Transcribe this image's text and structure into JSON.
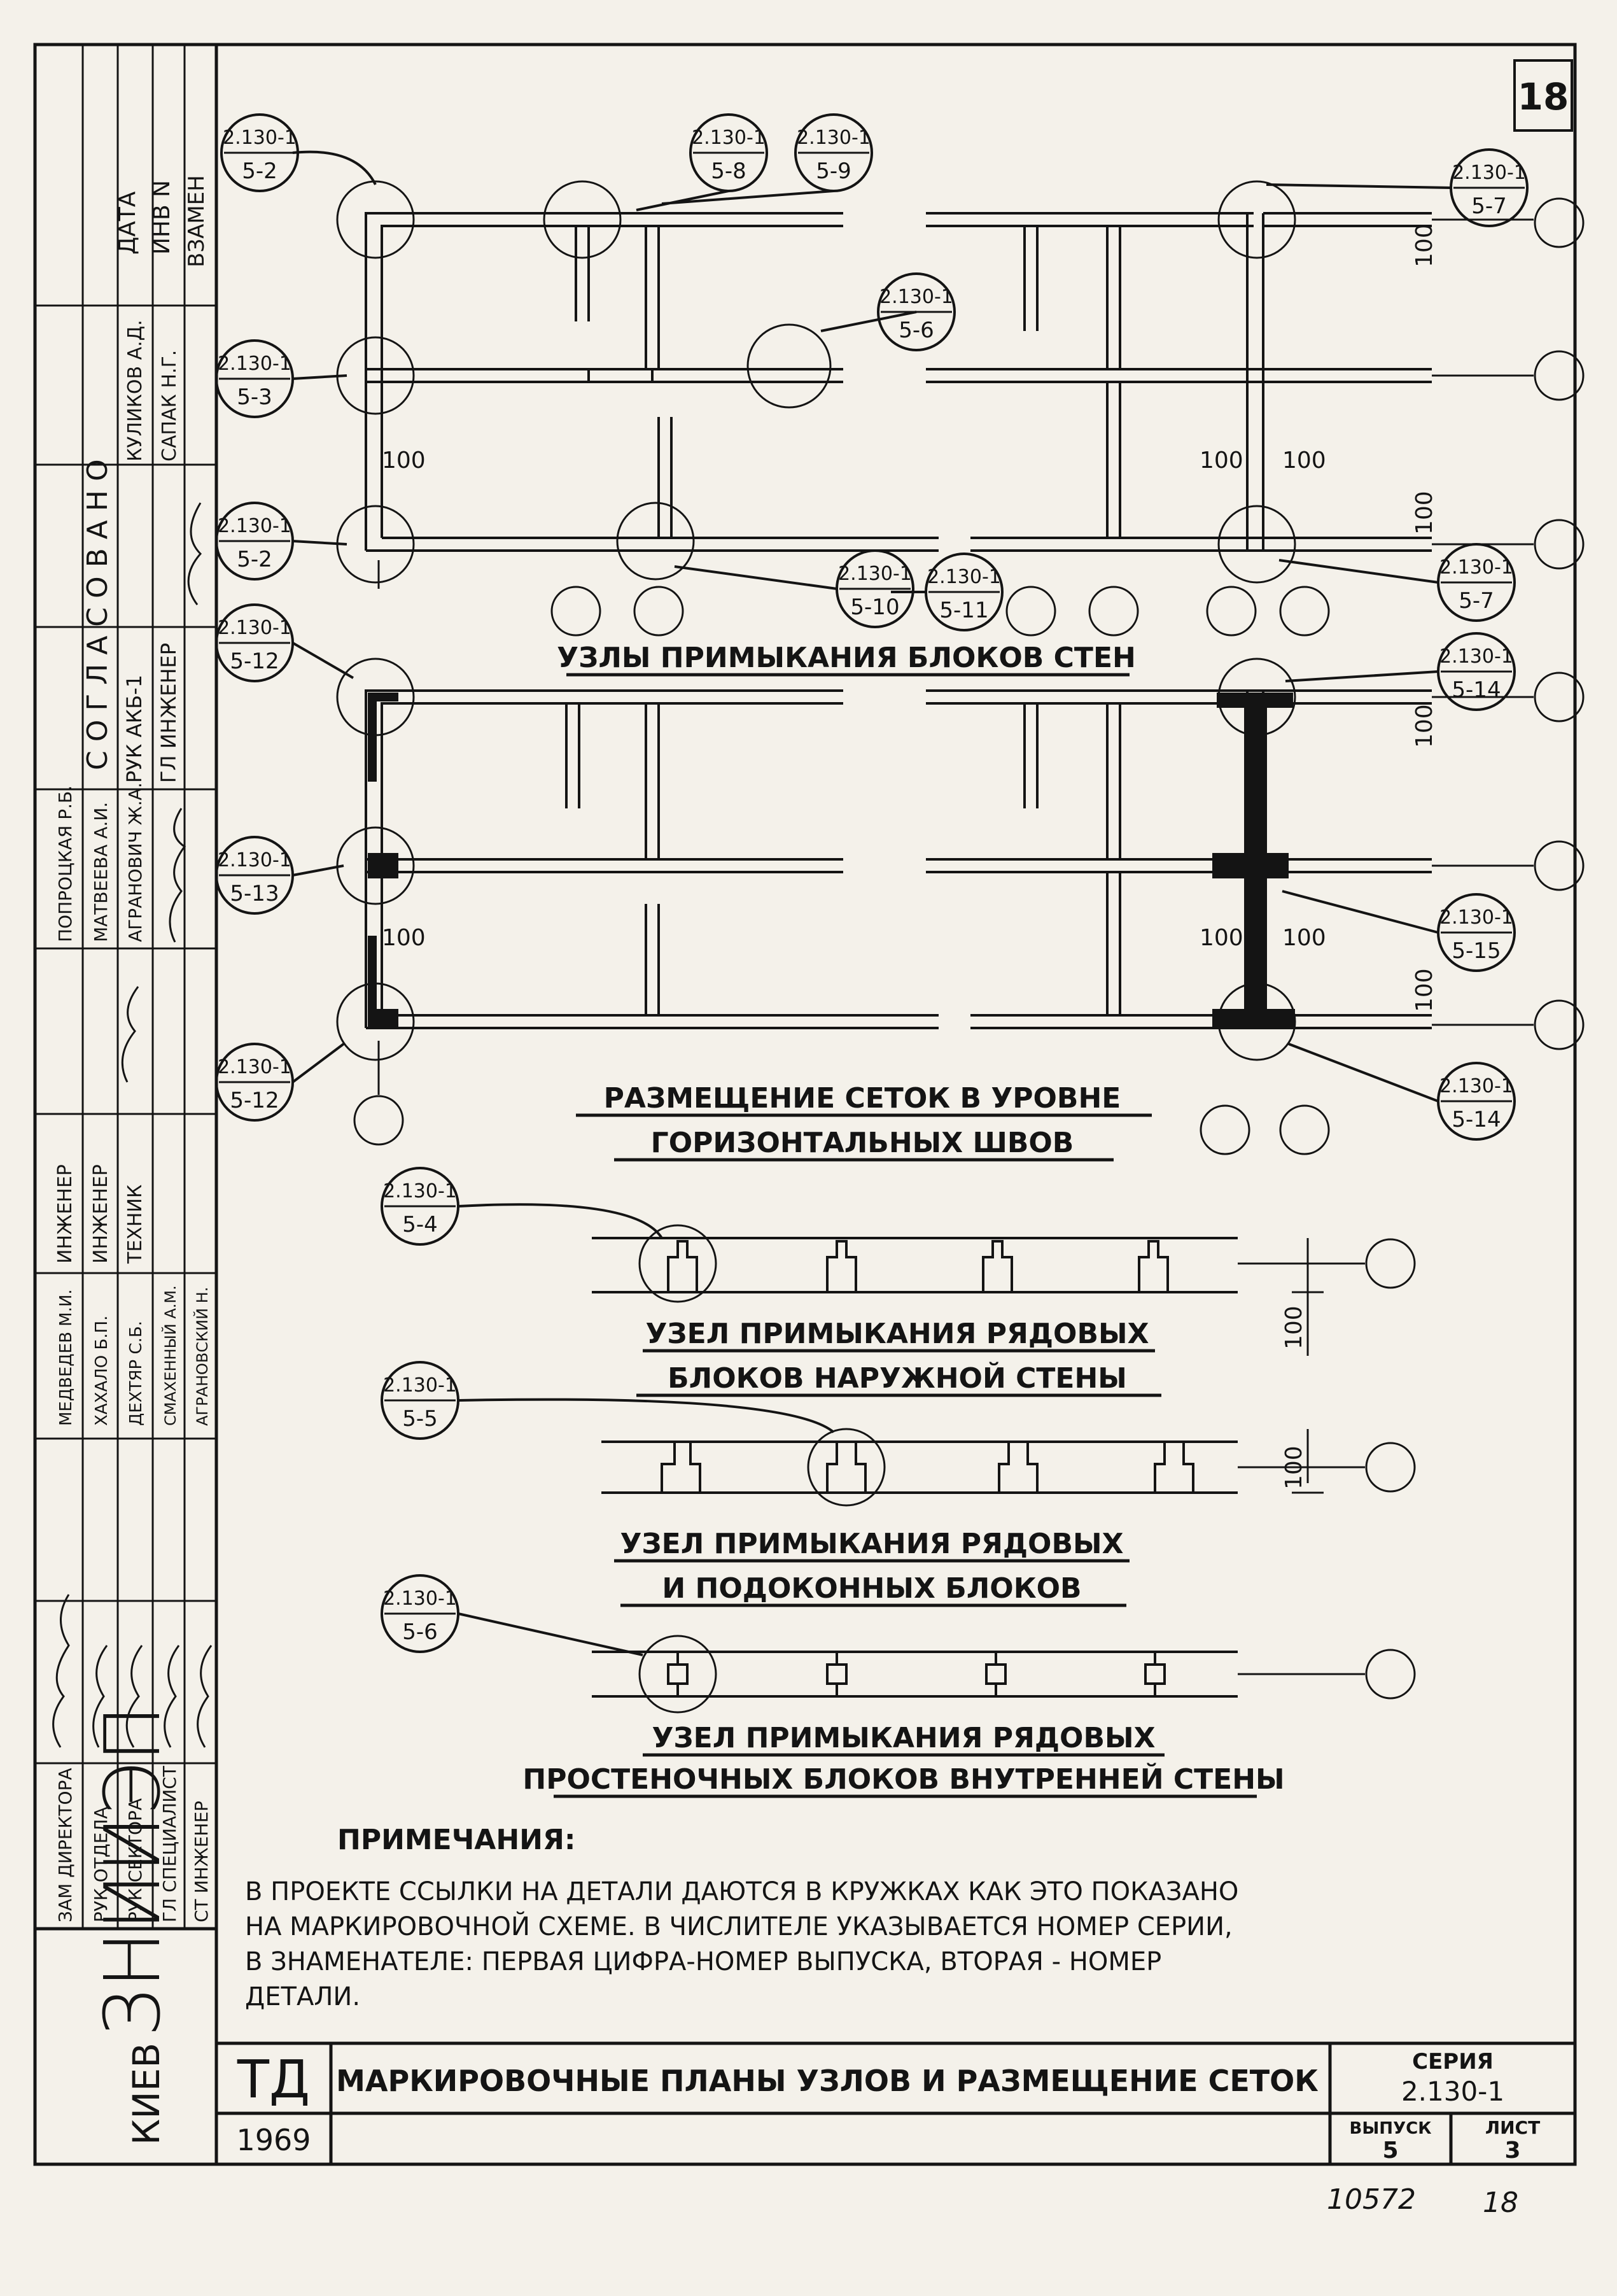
{
  "sheet": {
    "page_number": "18",
    "bottom_number": "10572",
    "bottom_page": "18"
  },
  "sidebar": {
    "org_city": "КИЕВ",
    "org_name": "ЗНИИЭП",
    "top_headers": [
      "ДАТА",
      "ИНВ N",
      "ВЗАМЕН"
    ],
    "approval_title": "С О Г Л А С О В А Н О",
    "approval_roles": [
      "РУК АКБ-1",
      "ГЛ ИНЖЕНЕР"
    ],
    "approval_names": [
      "КУЛИКОВ А.Д.",
      "САПАК Н.Г."
    ],
    "staff_roles": [
      "ЗАМ ДИРЕКТОРА",
      "РУК ОТДЕЛА",
      "РУК СЕКТОРА",
      "ГЛ СПЕЦИАЛИСТ",
      "СТ ИНЖЕНЕР",
      "ИНЖЕНЕР",
      "ИНЖЕНЕР",
      "ТЕХНИК"
    ],
    "staff_names": [
      "ПОПРОЦКАЯ Р.Б.",
      "МАТВЕЕВА А.И.",
      "АГРАНОВИЧ Ж.А.",
      "МЕДВЕДЕВ М.И.",
      "ХАХАЛО Б.П.",
      "ДЕХТЯР С.Б.",
      "СМАХЕННЫЙ А.М.",
      "АГРАНОВСКИЙ Н."
    ]
  },
  "callouts": {
    "series": "2.130-1",
    "items": [
      "5-2",
      "5-8",
      "5-9",
      "5-7",
      "5-6",
      "5-3",
      "5-2",
      "5-10",
      "5-11",
      "5-7",
      "5-12",
      "5-14",
      "5-13",
      "5-15",
      "5-12",
      "5-14",
      "5-4",
      "5-5",
      "5-6"
    ]
  },
  "dimensions": {
    "value": "100"
  },
  "drawings": {
    "title_1": "УЗЛЫ ПРИМЫКАНИЯ БЛОКОВ СТЕН",
    "title_2a": "РАЗМЕЩЕНИЕ СЕТОК В УРОВНЕ",
    "title_2b": "ГОРИЗОНТАЛЬНЫХ ШВОВ",
    "title_3a": "УЗЕЛ ПРИМЫКАНИЯ РЯДОВЫХ",
    "title_3b": "БЛОКОВ НАРУЖНОЙ СТЕНЫ",
    "title_4a": "УЗЕЛ ПРИМЫКАНИЯ РЯДОВЫХ",
    "title_4b": "И ПОДОКОННЫХ БЛОКОВ",
    "title_5a": "УЗЕЛ ПРИМЫКАНИЯ РЯДОВЫХ",
    "title_5b": "ПРОСТЕНОЧНЫХ БЛОКОВ ВНУТРЕННЕЙ СТЕНЫ"
  },
  "notes": {
    "heading": "ПРИМЕЧАНИЯ:",
    "lines": [
      "В ПРОЕКТЕ ССЫЛКИ НА ДЕТАЛИ ДАЮТСЯ В КРУЖКАХ КАК ЭТО ПОКАЗАНО",
      "НА МАРКИРОВОЧНОЙ СХЕМЕ. В ЧИСЛИТЕЛЕ УКАЗЫВАЕТСЯ НОМЕР СЕРИИ,",
      "В ЗНАМЕНАТЕЛЕ: ПЕРВАЯ ЦИФРА-НОМЕР ВЫПУСКА, ВТОРАЯ - НОМЕР",
      "ДЕТАЛИ."
    ]
  },
  "title_block": {
    "logo": "ТД",
    "title": "МАРКИРОВОЧНЫЕ ПЛАНЫ УЗЛОВ И РАЗМЕЩЕНИЕ СЕТОК",
    "series_label": "СЕРИЯ",
    "series_value": "2.130-1",
    "year": "1969",
    "issue_label": "ВЫПУСК",
    "issue_value": "5",
    "sheet_label": "ЛИСТ",
    "sheet_value": "3"
  }
}
